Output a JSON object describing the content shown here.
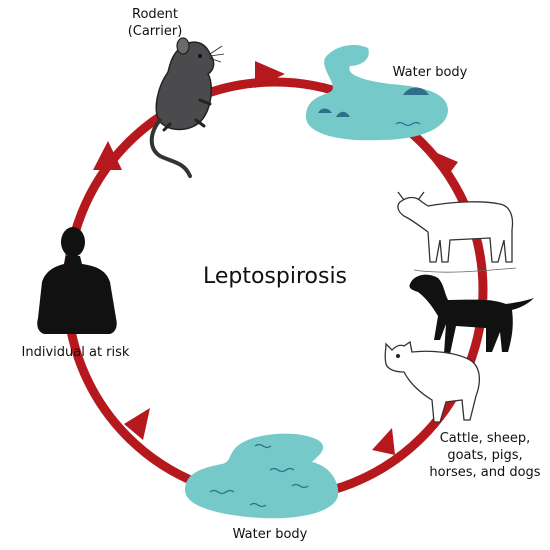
{
  "title": "Leptospirosis",
  "colors": {
    "cycle_arrow": "#b5191d",
    "water": "#76c9c9",
    "water_ripple": "#2f6f8a",
    "rodent": "#4b4b4d",
    "human": "#111111",
    "dog": "#111111"
  },
  "stages": [
    {
      "id": "rodent",
      "icon": "rat-icon",
      "label_lines": [
        "Rodent",
        "(Carrier)"
      ]
    },
    {
      "id": "water-top",
      "icon": "water-pool-icon",
      "label_lines": [
        "Water body"
      ]
    },
    {
      "id": "animals",
      "icon": "livestock-icons",
      "label_lines": [
        "Cattle, sheep,",
        "goats, pigs,",
        "horses, and dogs"
      ]
    },
    {
      "id": "water-bottom",
      "icon": "water-pool-icon",
      "label_lines": [
        "Water body"
      ]
    },
    {
      "id": "human",
      "icon": "person-silhouette-icon",
      "label_lines": [
        "Individual at risk"
      ]
    }
  ]
}
